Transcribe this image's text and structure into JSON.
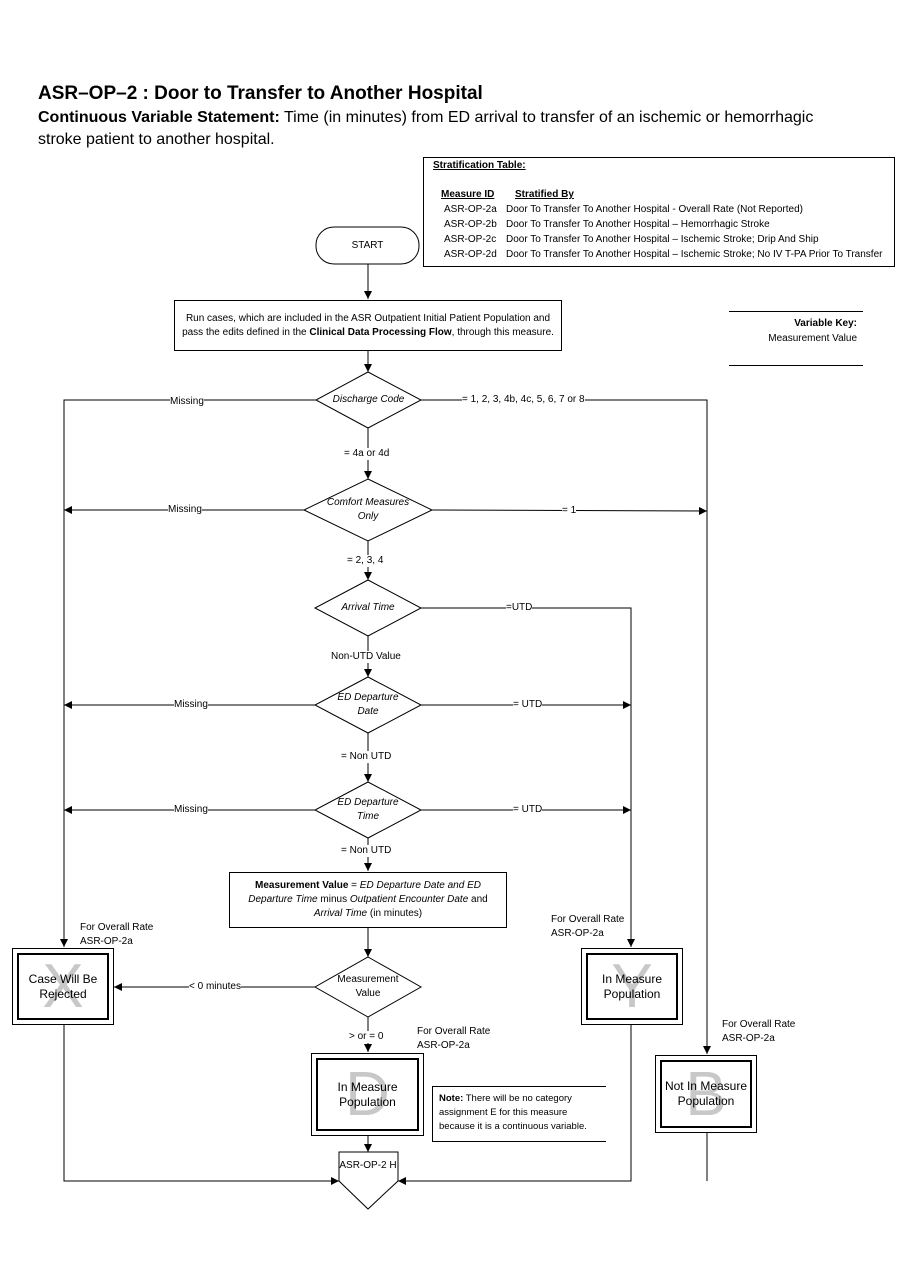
{
  "header": {
    "title": "ASR–OP–2 : Door to Transfer to Another Hospital",
    "statement_label": "Continuous Variable Statement:",
    "statement_text": "Time (in minutes) from ED arrival to transfer of an ischemic or hemorrhagic stroke patient to another hospital."
  },
  "stratification": {
    "title": "Stratification Table:",
    "col_measure": "Measure ID",
    "col_stratified": "Stratified By",
    "rows": [
      {
        "id": "ASR-OP-2a",
        "desc": "Door To Transfer To Another Hospital - Overall Rate (Not Reported)"
      },
      {
        "id": "ASR-OP-2b",
        "desc": "Door To Transfer To Another Hospital – Hemorrhagic Stroke"
      },
      {
        "id": "ASR-OP-2c",
        "desc": "Door To Transfer To Another Hospital – Ischemic Stroke; Drip And Ship"
      },
      {
        "id": "ASR-OP-2d",
        "desc": "Door To Transfer To Another Hospital – Ischemic Stroke; No IV T-PA Prior To Transfer"
      }
    ]
  },
  "variable_key": {
    "label": "Variable Key:",
    "value": "Measurement Value"
  },
  "flow": {
    "start": "START",
    "run_cases_1": "Run cases, which are included in the ASR Outpatient Initial Patient Population and pass the edits defined in the ",
    "run_cases_bold": "Clinical Data Processing Flow",
    "run_cases_2": ", through this measure.",
    "discharge_code": "Discharge Code",
    "comfort_measures": "Comfort Measures Only",
    "arrival_time": "Arrival Time",
    "ed_departure_date": "ED Departure Date",
    "ed_departure_time": "ED Departure Time",
    "measurement_value_decision": "Measurement Value",
    "calc_bold": "Measurement Value",
    "calc_eq": " = ",
    "calc_i1": "ED Departure Date and ED Departure Time",
    "calc_mid": " minus ",
    "calc_i2": "Outpatient Encounter Date",
    "calc_and": " and ",
    "calc_i3": "Arrival Time",
    "calc_end": " (in minutes)",
    "terminal": "ASR-OP-2 H"
  },
  "edges": {
    "dc_missing": "Missing",
    "dc_right": "= 1, 2, 3, 4b, 4c, 5, 6, 7 or 8",
    "dc_down": "= 4a or 4d",
    "cmo_missing": "Missing",
    "cmo_right": "= 1",
    "cmo_down": "= 2, 3, 4",
    "at_right": "=UTD",
    "at_down": "Non-UTD Value",
    "edd_missing": "Missing",
    "edd_right": "= UTD",
    "edd_down": "= Non UTD",
    "edt_missing": "Missing",
    "edt_right": "= UTD",
    "edt_down": "= Non UTD",
    "mv_left": "< 0 minutes",
    "mv_down": "> or = 0"
  },
  "outcomes": {
    "x": {
      "letter": "X",
      "text": "Case Will Be Rejected",
      "note1": "For Overall Rate",
      "note2": "ASR-OP-2a"
    },
    "y": {
      "letter": "Y",
      "text": "In Measure Population",
      "note1": "For Overall Rate",
      "note2": "ASR-OP-2a"
    },
    "d": {
      "letter": "D",
      "text": "In Measure Population",
      "note1": "For Overall Rate",
      "note2": "ASR-OP-2a"
    },
    "b": {
      "letter": "B",
      "text": "Not In Measure Population",
      "note1": "For Overall Rate",
      "note2": "ASR-OP-2a"
    }
  },
  "note": {
    "label": "Note:",
    "text": " There will be no category assignment E for this measure because it is a continuous variable."
  }
}
